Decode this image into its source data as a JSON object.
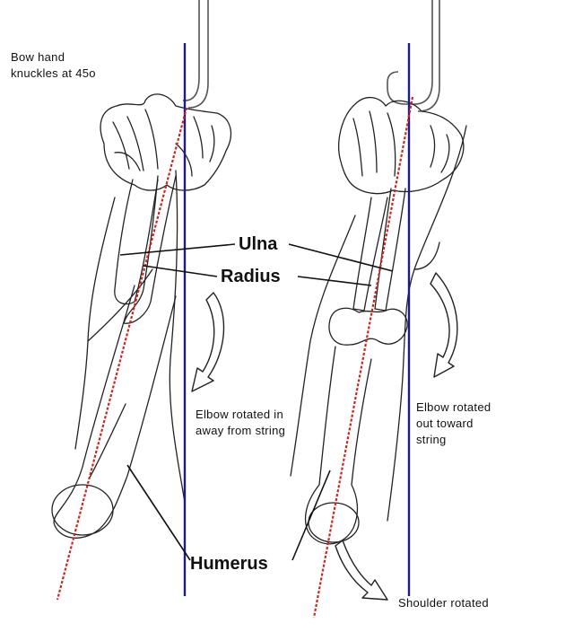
{
  "labels": {
    "bow_hand": [
      "Bow hand",
      "knuckles at 45o"
    ],
    "ulna": "Ulna",
    "radius": "Radius",
    "humerus": "Humerus",
    "elbow_in": [
      "Elbow rotated in",
      "away from string"
    ],
    "elbow_out": [
      "Elbow rotated",
      "out toward",
      "string"
    ],
    "shoulder": "Shoulder rotated"
  },
  "colors": {
    "string_line": "#1d1a8a",
    "bone_axis": "#c8261f",
    "outline": "#222222"
  }
}
